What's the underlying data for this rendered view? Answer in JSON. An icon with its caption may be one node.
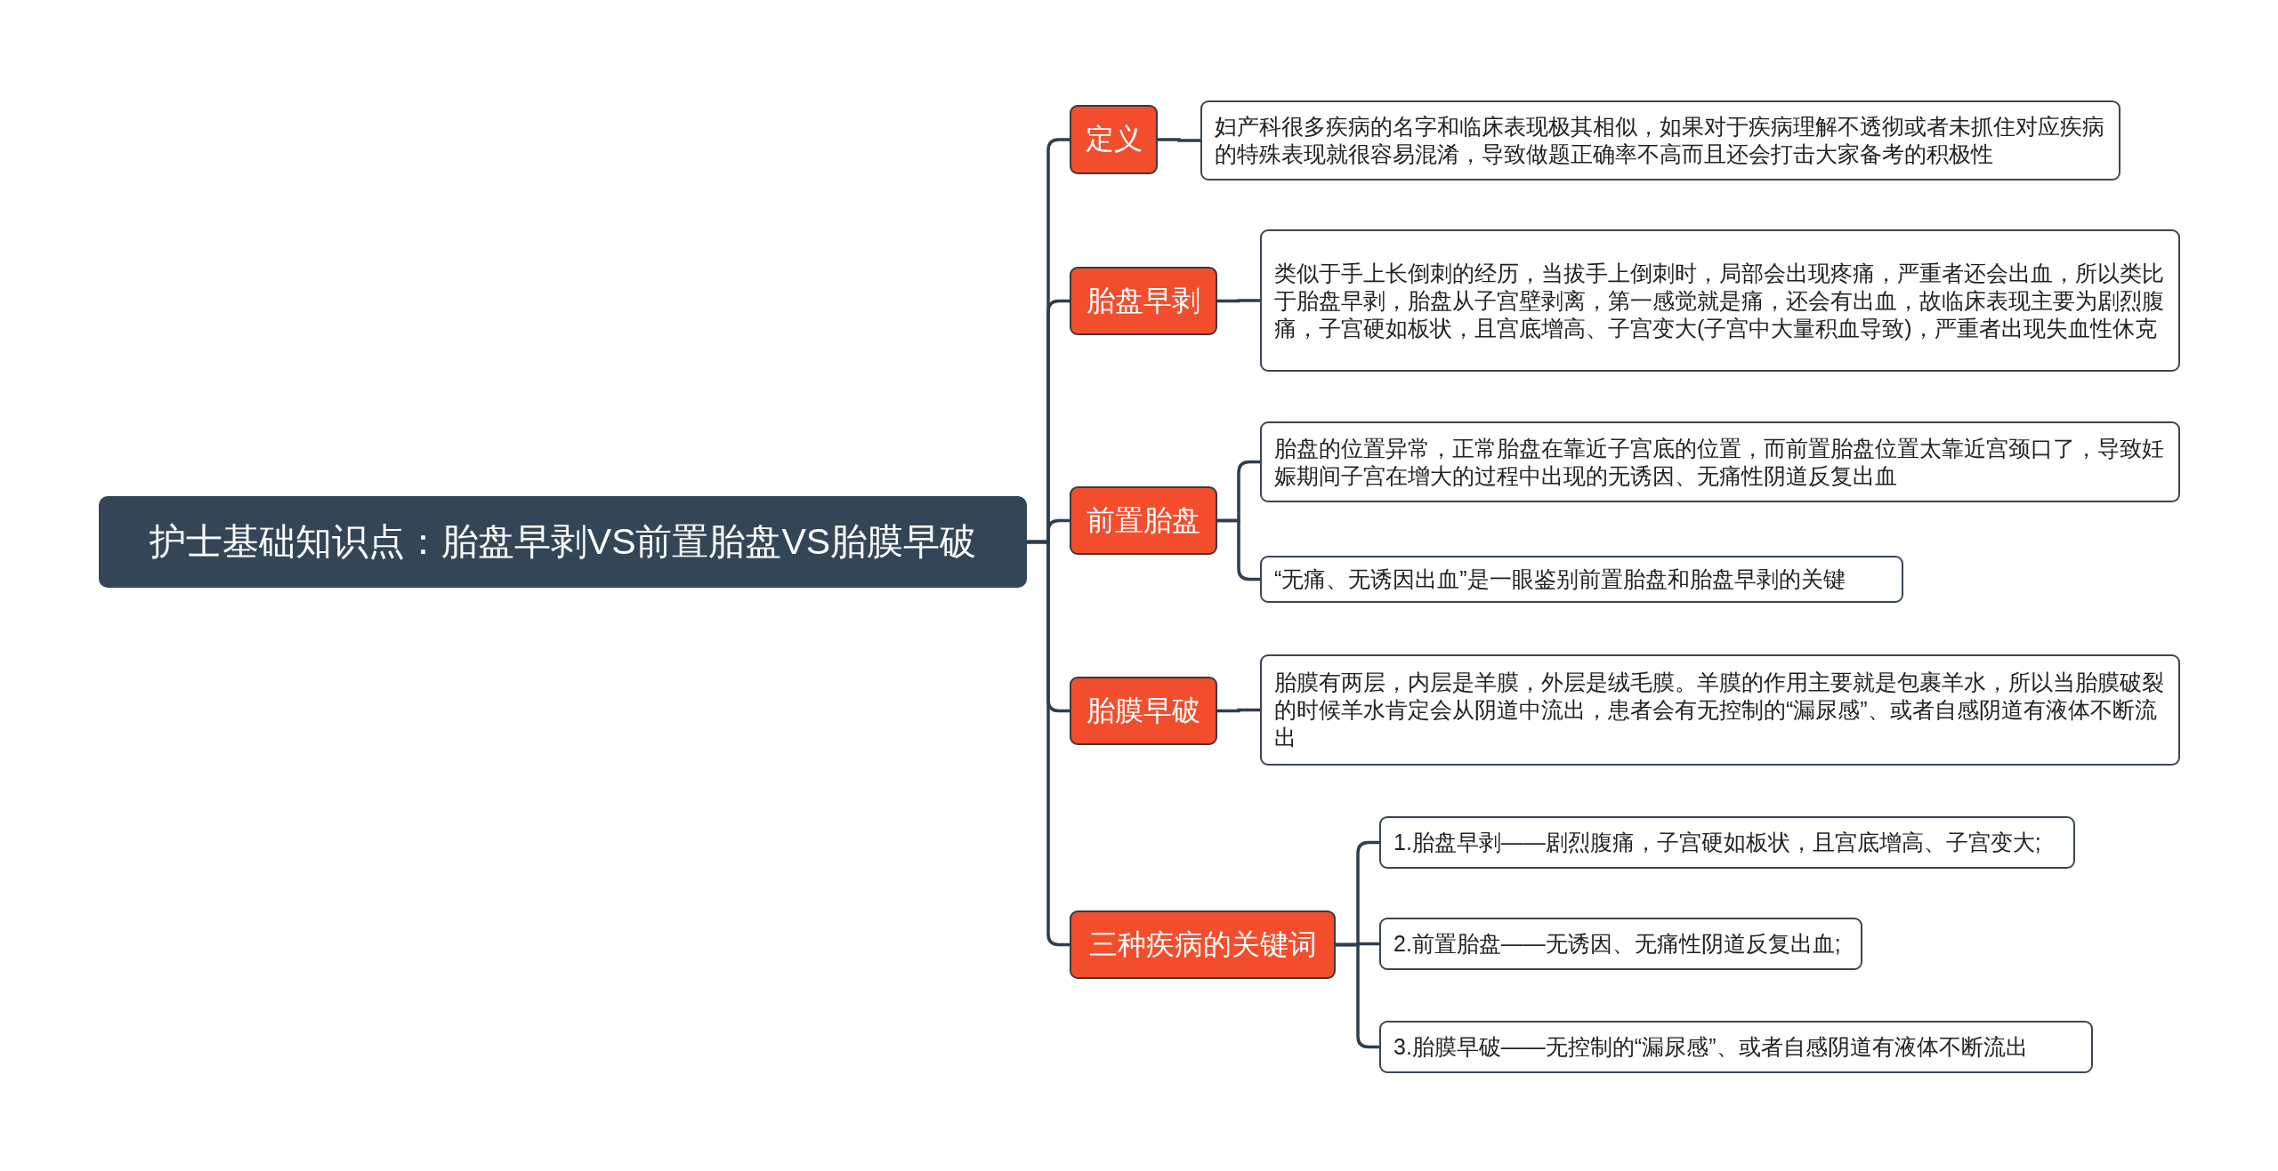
{
  "diagram": {
    "nodes": [
      {
        "text": [
          "护士基础知识点：胎盘早剥VS前置胎盘VS胎膜早破"
        ]
      },
      {
        "text": [
          "定义"
        ]
      },
      {
        "text": [
          "妇产科很多疾病的名字和临床表现极其相似，如果对于疾病理解不透彻或者未抓住对应疾病的特殊表现就很容易混淆，导致做题正确率不高而且还会打击大家备考的积极性"
        ]
      },
      {
        "text": [
          "胎盘早剥"
        ]
      },
      {
        "text": [
          "类似于手上长倒刺的经历，当拔手上倒刺时，局部会出现疼痛，严重者还会出血，所以类比于胎盘早剥，胎盘从子宫壁剥离，第一感觉就是痛，还会有出血，故临床表现主要为剧烈腹痛，子宫硬如板状，且宫底增高、子宫变大(子宫中大量积血导致)，严重者出现失血性休克"
        ]
      },
      {
        "text": [
          "前置胎盘"
        ]
      },
      {
        "text": [
          "胎盘的位置异常，正常胎盘在靠近子宫底的位置，而前置胎盘位置太靠近宫颈口了，导致妊娠期间子宫在增大的过程中出现的无诱因、无痛性阴道反复出血"
        ]
      },
      {
        "text": [
          "“无痛、无诱因出血”是一眼鉴别前置胎盘和胎盘早剥的关键"
        ]
      },
      {
        "text": [
          "胎膜早破"
        ]
      },
      {
        "text": [
          "胎膜有两层，内层是羊膜，外层是绒毛膜。羊膜的作用主要就是包裹羊水，所以当胎膜破裂的时候羊水肯定会从阴道中流出，患者会有无控制的“漏尿感”、或者自感阴道有液体不断流出"
        ]
      },
      {
        "text": [
          "三种疾病的关键词"
        ]
      },
      {
        "text": [
          "1.胎盘早剥——剧烈腹痛，子宫硬如板状，且宫底增高、子宫变大;"
        ]
      },
      {
        "text": [
          "2.前置胎盘——无诱因、无痛性阴道反复出血;"
        ]
      },
      {
        "text": [
          "3.胎膜早破——无控制的“漏尿感”、或者自感阴道有液体不断流出"
        ]
      }
    ],
    "edges": [
      {
        "from": 0,
        "to": 1,
        "arrow": "none"
      },
      {
        "from": 0,
        "to": 3,
        "arrow": "none"
      },
      {
        "from": 0,
        "to": 5,
        "arrow": "none"
      },
      {
        "from": 0,
        "to": 8,
        "arrow": "none"
      },
      {
        "from": 0,
        "to": 10,
        "arrow": "none"
      },
      {
        "from": 1,
        "to": 2,
        "arrow": "none"
      },
      {
        "from": 3,
        "to": 4,
        "arrow": "none"
      },
      {
        "from": 5,
        "to": 6,
        "arrow": "none"
      },
      {
        "from": 5,
        "to": 7,
        "arrow": "none"
      },
      {
        "from": 8,
        "to": 9,
        "arrow": "none"
      },
      {
        "from": 10,
        "to": 11,
        "arrow": "none"
      },
      {
        "from": 10,
        "to": 12,
        "arrow": "none"
      },
      {
        "from": 10,
        "to": 13,
        "arrow": "none"
      }
    ]
  }
}
